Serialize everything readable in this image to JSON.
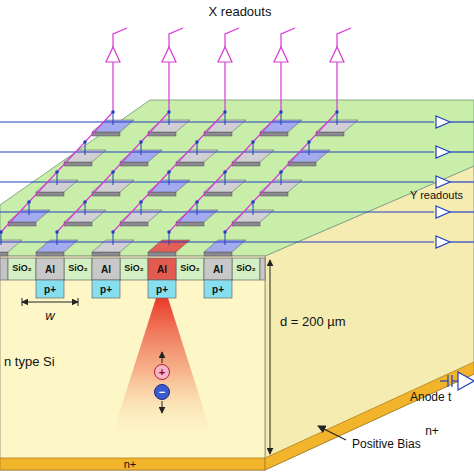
{
  "diagram": {
    "nodes": [
      {
        "text": [
          "+"
        ]
      },
      {
        "text": [
          "−"
        ]
      }
    ],
    "labels": [
      "X readouts",
      "Y readouts",
      "SiO₂",
      "Al",
      "SiO₂",
      "Al",
      "SiO₂",
      "Al",
      "SiO₂",
      "Al",
      "SiO₂",
      "p+",
      "p+",
      "p+",
      "p+",
      "w",
      "n type Si",
      "d = 200 µm",
      "Anode t",
      "n+",
      "Positive Bias",
      "n+"
    ]
  }
}
